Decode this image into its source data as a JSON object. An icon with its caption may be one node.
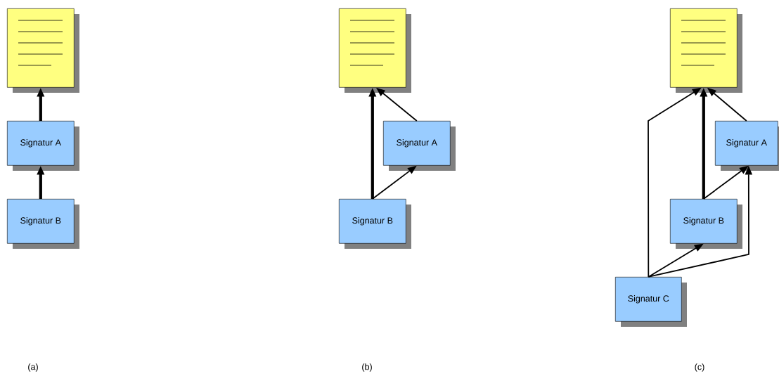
{
  "diagram": {
    "nodes": [
      {
        "text": [],
        "shape": "document"
      },
      {
        "text": [
          "Signatur A"
        ]
      },
      {
        "text": [
          "Signatur B"
        ]
      },
      {
        "text": [],
        "shape": "document"
      },
      {
        "text": [
          "Signatur A"
        ]
      },
      {
        "text": [
          "Signatur B"
        ]
      },
      {
        "text": [],
        "shape": "document"
      },
      {
        "text": [
          "Signatur A"
        ]
      },
      {
        "text": [
          "Signatur B"
        ]
      },
      {
        "text": [
          "Signatur C"
        ]
      }
    ],
    "edges": [
      {
        "from": 1,
        "to": 0,
        "arrow": "to",
        "style": "thick"
      },
      {
        "from": 2,
        "to": 1,
        "arrow": "to",
        "style": "thick"
      },
      {
        "from": 5,
        "to": 3,
        "arrow": "to",
        "style": "thick"
      },
      {
        "from": 4,
        "to": 3,
        "arrow": "to"
      },
      {
        "from": 5,
        "to": 4,
        "arrow": "to"
      },
      {
        "from": 9,
        "to": 6,
        "arrow": "to"
      },
      {
        "from": 8,
        "to": 6,
        "arrow": "to",
        "style": "thick"
      },
      {
        "from": 7,
        "to": 6,
        "arrow": "to"
      },
      {
        "from": 8,
        "to": 7,
        "arrow": "to"
      },
      {
        "from": 9,
        "to": 8,
        "arrow": "to"
      },
      {
        "from": 9,
        "to": 7,
        "arrow": "to"
      }
    ],
    "labels": [
      "(a)",
      "(b)",
      "(c)"
    ]
  }
}
